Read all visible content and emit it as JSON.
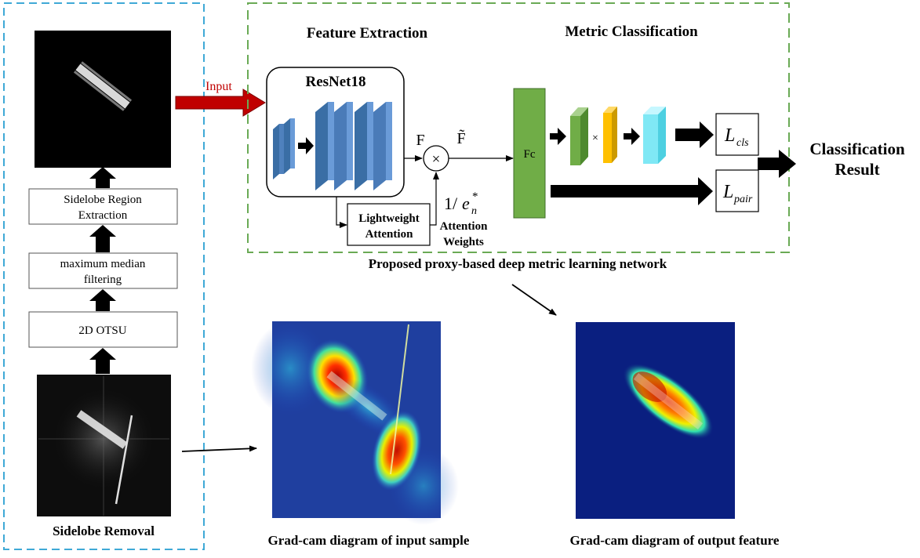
{
  "left_panel": {
    "steps": [
      "Sidelobe Region",
      "Extraction",
      "maximum median",
      "filtering",
      "2D OTSU"
    ],
    "caption": "Sidelobe Removal"
  },
  "input_label": "Input",
  "network": {
    "feature_extraction_title": "Feature Extraction",
    "metric_classification_title": "Metric Classification",
    "resnet_label": "ResNet18",
    "attention_label_1": "Lightweight",
    "attention_label_2": "Attention",
    "feature_F": "F",
    "feature_F_tilde": "F̃",
    "multiply_symbol": "×",
    "weight_symbol_num": "1/",
    "weight_symbol_e": "e",
    "weight_symbol_sub": "n",
    "weight_symbol_sup": "*",
    "attention_weights_1": "Attention",
    "attention_weights_2": "Weights",
    "fc_label": "Fc",
    "small_multiply": "×",
    "loss_cls_main": "L",
    "loss_cls_sub": "cls",
    "loss_pair_main": "L",
    "loss_pair_sub": "pair",
    "caption": "Proposed proxy-based deep metric learning network"
  },
  "result": {
    "line1": "Classification",
    "line2": "Result"
  },
  "gradcam": {
    "input_caption": "Grad-cam diagram of input sample",
    "output_caption": "Grad-cam diagram of output feature"
  },
  "colors": {
    "left_border": "#3fa9d6",
    "net_border": "#6aaa55",
    "input_arrow": "#c00000",
    "resnet_blue": "#4f81bd",
    "fc_green": "#70ad47",
    "orange": "#ffc000",
    "cyan": "#7fe8f5"
  }
}
